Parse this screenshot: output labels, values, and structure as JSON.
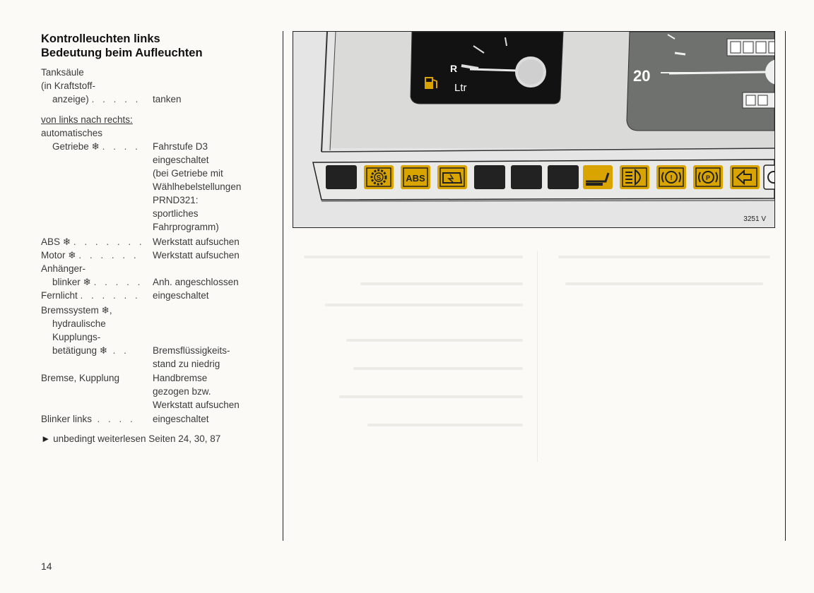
{
  "heading": {
    "line1": "Kontrolleuchten links",
    "line2": "Bedeutung beim Aufleuchten"
  },
  "entries": {
    "tank_label_1": "Tanksäule",
    "tank_label_2": "(in Kraftstoff-",
    "tank_label_3": "anzeige)",
    "tank_value": "tanken",
    "order_note": "von links nach rechts:",
    "auto_label_1": "automatisches",
    "auto_label_2": "Getriebe ❄",
    "auto_value_1": "Fahrstufe D3",
    "auto_value_2": "eingeschaltet",
    "auto_value_3": "(bei Getriebe mit",
    "auto_value_4": "Wählhebelstellungen",
    "auto_value_5": "PRND321:",
    "auto_value_6": "sportliches",
    "auto_value_7": "Fahrprogramm)",
    "abs_label": "ABS ❄",
    "abs_value": "Werkstatt aufsuchen",
    "motor_label": "Motor ❄",
    "motor_value": "Werkstatt aufsuchen",
    "trailer_label_1": "Anhänger-",
    "trailer_label_2": "blinker ❄",
    "trailer_value": "Anh. angeschlossen",
    "highbeam_label": "Fernlicht",
    "highbeam_value": "eingeschaltet",
    "brake_label_1": "Bremssystem ❄,",
    "brake_label_2": "hydraulische",
    "brake_label_3": "Kupplungs-",
    "brake_label_4": "betätigung ❄",
    "brake_value_1": "Bremsflüssigkeits-",
    "brake_value_2": "stand zu niedrig",
    "clutch_label": "Bremse, Kupplung",
    "clutch_value_1": "Handbremse",
    "clutch_value_2": "gezogen bzw.",
    "clutch_value_3": "Werkstatt aufsuchen",
    "indicator_label": "Blinker links",
    "indicator_value": "eingeschaltet",
    "read_more": "unbedingt weiterlesen Seiten 24, 30, 87"
  },
  "dots": {
    "d1": ". . . . .",
    "d2": ". . . .",
    "d3": ". . . . . . .",
    "d4": ". . . . . .",
    "d5": ". . . . .",
    "d6": ". . . . . .",
    "d7": ". .",
    "d8": ". . . ."
  },
  "figure": {
    "gauge_r": "R",
    "gauge_unit": "Ltr",
    "speed_mark": "20",
    "abs_lamp": "ABS",
    "ref": "3251 V"
  },
  "page_number": "14",
  "colors": {
    "lamp_amber": "#d9a400",
    "lamp_dark": "#222222",
    "panel_black": "#121212",
    "gauge_gray": "#6f716f"
  }
}
